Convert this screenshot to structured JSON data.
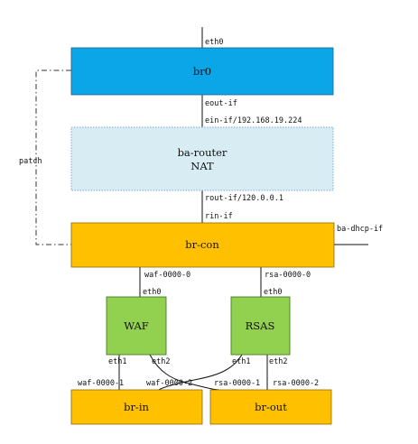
{
  "colors": {
    "br0": "#0aa6e8",
    "router": "#d7ecf3",
    "router_border": "#7aaed8",
    "orange": "#ffc000",
    "green": "#92d050"
  },
  "nodes": {
    "br0": "br0",
    "router_l1": "ba-router",
    "router_l2": "NAT",
    "brcon": "br-con",
    "waf": "WAF",
    "rsas": "RSAS",
    "brin": "br-in",
    "brout": "br-out"
  },
  "labels": {
    "eth0_top": "eth0",
    "eout": "eout-if",
    "ein": "ein-if/192.168.19.224",
    "rout": "rout-if/120.0.0.1",
    "rin": "rin-if",
    "dhcp": "ba-dhcp-if",
    "patch": "patch",
    "waf_link": "waf-0000-0",
    "rsa_link": "rsa-0000-0",
    "waf_eth0": "eth0",
    "rsas_eth0": "eth0",
    "waf_eth1": "eth1",
    "waf_eth2": "eth2",
    "rsas_eth1": "eth1",
    "rsas_eth2": "eth2",
    "waf1": "waf-0000-1",
    "waf2": "waf-0000-2",
    "rsa1": "rsa-0000-1",
    "rsa2": "rsa-0000-2"
  }
}
